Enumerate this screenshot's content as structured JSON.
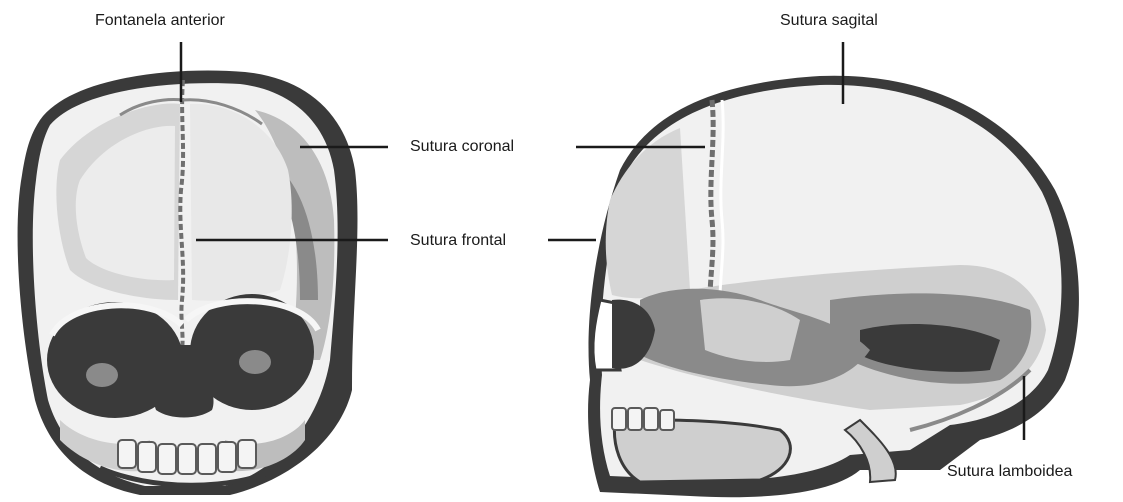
{
  "labels": {
    "fontanela_anterior": "Fontanela anterior",
    "sutura_sagital": "Sutura sagital",
    "sutura_coronal": "Sutura coronal",
    "sutura_frontal": "Sutura frontal",
    "sutura_lamboidea": "Sutura lamboidea"
  },
  "colors": {
    "bone_light": "#f4f4f4",
    "bone_mid": "#cfcfcf",
    "bone_shadow": "#8a8a8a",
    "bone_dark": "#3a3a3a",
    "outline": "#2a2a2a",
    "leader": "#1a1a1a"
  }
}
